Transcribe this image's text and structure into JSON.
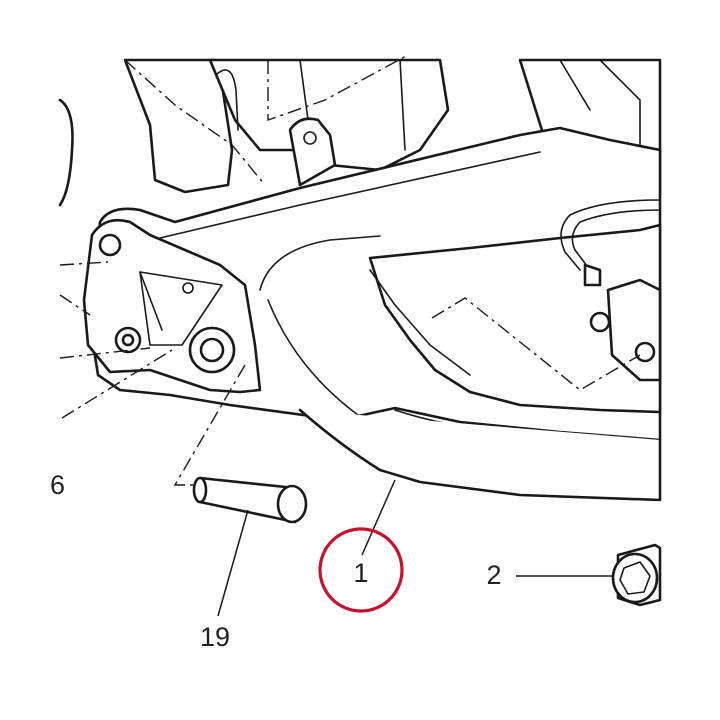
{
  "diagram": {
    "callouts": [
      {
        "id": "part-1",
        "label": "1"
      },
      {
        "id": "part-2",
        "label": "2"
      },
      {
        "id": "part-19",
        "label": "19"
      },
      {
        "id": "part-6-partial",
        "label": "6"
      }
    ],
    "highlight_color": "#c8102e",
    "line_color": "#1a1a1a",
    "highlighted_callout": "1"
  }
}
